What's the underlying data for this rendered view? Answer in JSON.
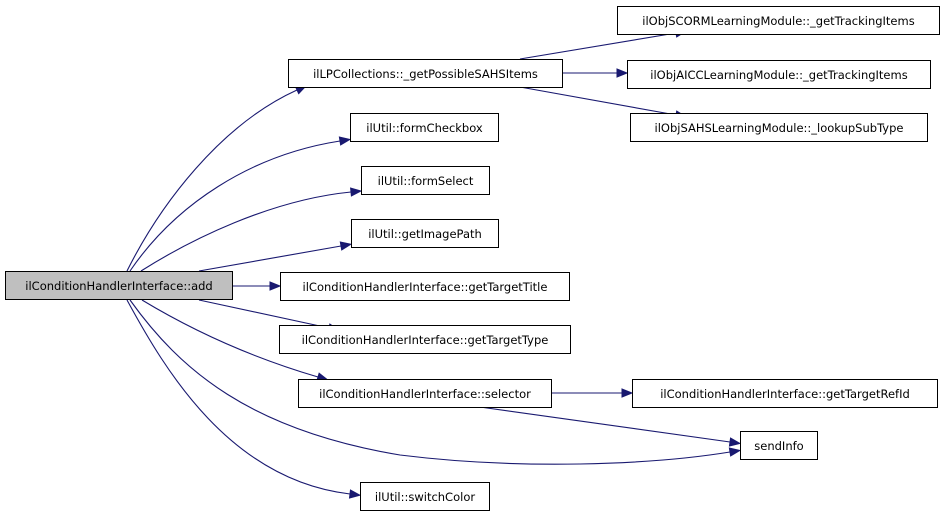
{
  "diagram": {
    "type": "call-graph",
    "colors": {
      "edge": "#191970",
      "root_fill": "#bfbfbf",
      "node_fill": "#ffffff",
      "node_border": "#000000"
    },
    "nodes": [
      {
        "id": "add",
        "label": "ilConditionHandlerInterface::add",
        "root": true
      },
      {
        "id": "getPossibleSAHSItems",
        "label": "ilLPCollections::_getPossibleSAHSItems"
      },
      {
        "id": "formCheckbox",
        "label": "ilUtil::formCheckbox"
      },
      {
        "id": "formSelect",
        "label": "ilUtil::formSelect"
      },
      {
        "id": "getImagePath",
        "label": "ilUtil::getImagePath"
      },
      {
        "id": "getTargetTitle",
        "label": "ilConditionHandlerInterface::getTargetTitle"
      },
      {
        "id": "getTargetType",
        "label": "ilConditionHandlerInterface::getTargetType"
      },
      {
        "id": "selector",
        "label": "ilConditionHandlerInterface::selector"
      },
      {
        "id": "switchColor",
        "label": "ilUtil::switchColor"
      },
      {
        "id": "scormTracking",
        "label": "ilObjSCORMLearningModule::_getTrackingItems"
      },
      {
        "id": "aiccTracking",
        "label": "ilObjAICCLearningModule::_getTrackingItems"
      },
      {
        "id": "sahsLookup",
        "label": "ilObjSAHSLearningModule::_lookupSubType"
      },
      {
        "id": "getTargetRefId",
        "label": "ilConditionHandlerInterface::getTargetRefId"
      },
      {
        "id": "sendInfo",
        "label": "sendInfo"
      }
    ],
    "edges": [
      {
        "from": "add",
        "to": "getPossibleSAHSItems"
      },
      {
        "from": "add",
        "to": "formCheckbox"
      },
      {
        "from": "add",
        "to": "formSelect"
      },
      {
        "from": "add",
        "to": "getImagePath"
      },
      {
        "from": "add",
        "to": "getTargetTitle"
      },
      {
        "from": "add",
        "to": "getTargetType"
      },
      {
        "from": "add",
        "to": "selector"
      },
      {
        "from": "add",
        "to": "sendInfo"
      },
      {
        "from": "add",
        "to": "switchColor"
      },
      {
        "from": "getPossibleSAHSItems",
        "to": "scormTracking"
      },
      {
        "from": "getPossibleSAHSItems",
        "to": "aiccTracking"
      },
      {
        "from": "getPossibleSAHSItems",
        "to": "sahsLookup"
      },
      {
        "from": "selector",
        "to": "getTargetRefId"
      },
      {
        "from": "selector",
        "to": "sendInfo"
      }
    ]
  }
}
